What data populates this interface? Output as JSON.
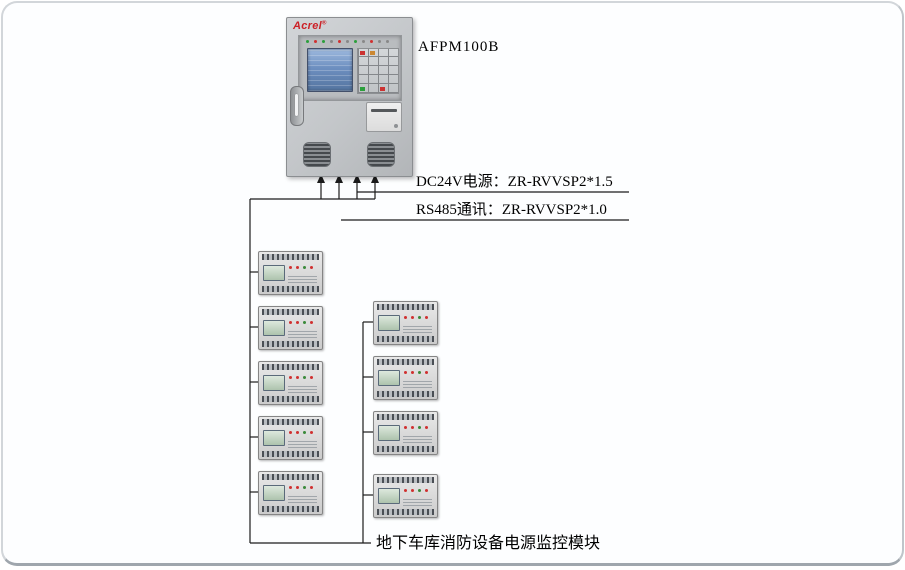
{
  "panel": {
    "brand": "Acrel",
    "brand_reg": "®",
    "model": "AFPM100B"
  },
  "cables": [
    {
      "label": "DC24V电源：ZR-RVVSP2*1.5"
    },
    {
      "label": "RS485通讯：ZR-RVVSP2*1.0"
    }
  ],
  "caption": "地下车库消防设备电源监控模块",
  "modules": {
    "left_count": 5,
    "right_count": 4
  },
  "colors": {
    "brand-red": "#cc2127",
    "lcd-blue": "#6d8fc0",
    "wire": "#1c1c1c",
    "panel-gray": "#c3c6c9",
    "module-gray": "#cbcbcb",
    "canvas-bg": "#fdfeff",
    "frame-border": "#d2d6da"
  }
}
